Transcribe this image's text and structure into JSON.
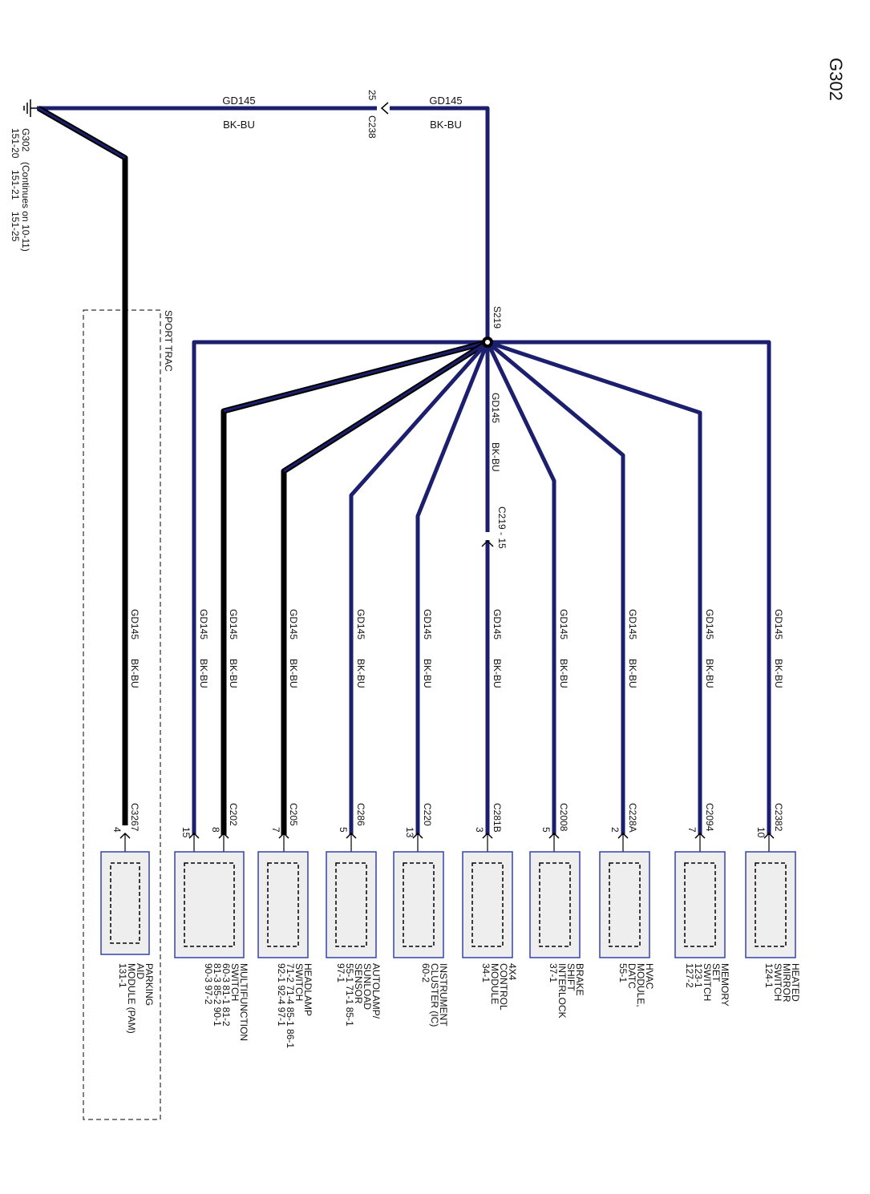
{
  "page_id": "G302",
  "ground": {
    "name": "G302",
    "note": "(Continues on 10-11)",
    "refs": [
      "151-20",
      "151-21",
      "151-25"
    ]
  },
  "top_wire": {
    "left_label": {
      "circuit": "GD145",
      "color": "BK-BU"
    },
    "right_label": {
      "circuit": "GD145",
      "color": "BK-BU"
    },
    "connector": {
      "name": "C238",
      "pin": "25"
    }
  },
  "splice": "S219",
  "center_wire": {
    "circuit": "GD145",
    "color": "BK-BU",
    "inline_connector": "C219 - 15"
  },
  "sport_trac_label": "SPORT TRAC",
  "wire_label": {
    "circuit": "GD145",
    "color": "BK-BU"
  },
  "modules": [
    {
      "connector": "C3267",
      "pin": "4",
      "lines": [
        "PARKING",
        "AID",
        "MODULE (PAM)",
        "131-1"
      ]
    },
    {
      "connector": "C202",
      "pin": "8",
      "extra_pin": "15",
      "lines": [
        "MULTIFUNCTION",
        "SWITCH",
        "60-3    81-1    81-2",
        "81-3    85-2    90-1",
        "90-3    97-2"
      ]
    },
    {
      "connector": "C205",
      "pin": "7",
      "lines": [
        "HEADLAMP",
        "SWITCH",
        "71-2    71-4    85-1    86-1",
        "92-1    92-4    97-1"
      ]
    },
    {
      "connector": "C286",
      "pin": "5",
      "lines": [
        "AUTOLAMP/",
        "SUNLOAD",
        "SENSOR",
        "55-1    71-1    85-1",
        "97-1"
      ]
    },
    {
      "connector": "C220",
      "pin": "13",
      "lines": [
        "INSTRUMENT",
        "CLUSTER (IC)",
        "60-2"
      ]
    },
    {
      "connector": "C281B",
      "pin": "3",
      "lines": [
        "4X4",
        "CONTROL",
        "MODULE",
        "34-1"
      ]
    },
    {
      "connector": "C2008",
      "pin": "5",
      "lines": [
        "BRAKE",
        "SHIFT",
        "INTERLOCK",
        "37-1"
      ]
    },
    {
      "connector": "C228A",
      "pin": "2",
      "lines": [
        "HVAC",
        "MODULE,",
        "DATC",
        "55-1"
      ]
    },
    {
      "connector": "C2094",
      "pin": "7",
      "lines": [
        "MEMORY",
        "SET",
        "SWITCH",
        "123-1",
        "127-2"
      ]
    },
    {
      "connector": "C2382",
      "pin": "10",
      "lines": [
        "HEATED",
        "MIRROR",
        "SWITCH",
        "124-1"
      ]
    }
  ],
  "colors": {
    "wire_blue": "#1c1f6e",
    "wire_black": "#000000",
    "module_border": "#3344aa",
    "module_fill": "#eeeeee"
  }
}
